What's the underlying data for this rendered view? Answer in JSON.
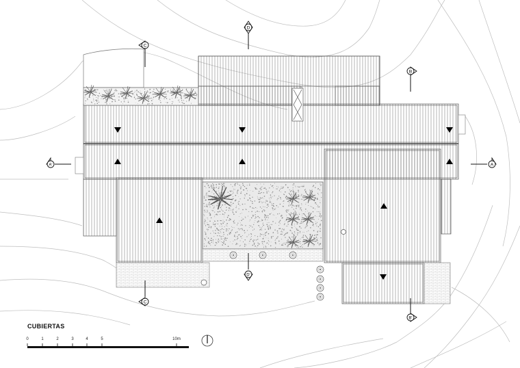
{
  "title": "CUBIERTAS",
  "scale": {
    "labels": [
      "0",
      "1",
      "2",
      "3",
      "4",
      "5",
      "10m"
    ]
  },
  "section_markers": [
    {
      "label": "A",
      "name": "section-marker-a-right"
    },
    {
      "label": "A'",
      "name": "section-marker-a-prime-left"
    },
    {
      "label": "B",
      "name": "section-marker-b-top"
    },
    {
      "label": "B'",
      "name": "section-marker-b-prime-bottom"
    },
    {
      "label": "C",
      "name": "section-marker-c-top"
    },
    {
      "label": "C",
      "name": "section-marker-c-bottom"
    },
    {
      "label": "D",
      "name": "section-marker-d-top"
    },
    {
      "label": "D'",
      "name": "section-marker-d-prime-bottom"
    }
  ],
  "colors": {
    "line": "#555555",
    "ink": "#111111",
    "contour": "#b5b5b5",
    "gravel": "#9a9a9a"
  }
}
